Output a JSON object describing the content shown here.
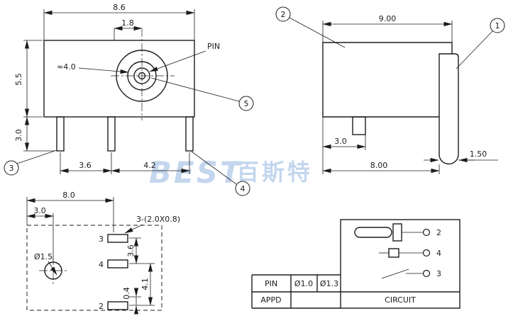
{
  "front_view": {
    "dim_width": "8.6",
    "dim_pin_offset": "1.8",
    "dim_height": "5.5",
    "dim_leg_length": "3.0",
    "dim_barrel": "≈4.0",
    "pin_label": "PIN",
    "dim_leg_pitch_1": "3.6",
    "dim_leg_pitch_2": "4.2",
    "callout_3": "3",
    "callout_4": "4",
    "callout_5": "5"
  },
  "side_view": {
    "dim_width": "9.00",
    "dim_leg_offset": "3.0",
    "dim_body_length": "8.00",
    "dim_bushing": "1.50",
    "callout_1": "1",
    "callout_2": "2"
  },
  "pcb_view": {
    "dim_width": "8.0",
    "dim_hole_offset": "3.0",
    "hole_label": "Ø1.5",
    "pad_note": "3-(2.0X0.8)",
    "dim_pad_pitch_1": "3.6",
    "dim_pad_pitch_2": "4.1",
    "dim_pad_edge": "0.4",
    "pad_3": "3",
    "pad_4": "4",
    "pad_2": "2"
  },
  "circuit_panel": {
    "pin_label": "PIN",
    "dia_1": "Ø1.0",
    "dia_2": "Ø1.3",
    "appd_label": "APPD",
    "circuit_label": "CIRCUIT",
    "node_2": "2",
    "node_4": "4",
    "node_3": "3"
  },
  "watermark": {
    "latin": "BEST",
    "cjk": "百斯特"
  }
}
